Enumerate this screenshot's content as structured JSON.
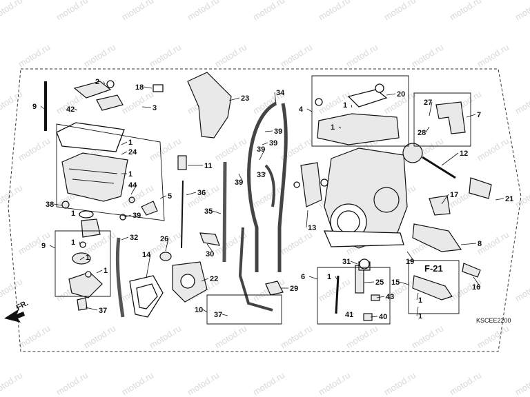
{
  "watermark": "motod.ru",
  "diagram_code": "KSCEE2200",
  "direction_label": "FR.",
  "reference_label": "F-21",
  "part_labels": [
    "1",
    "2",
    "3",
    "4",
    "5",
    "6",
    "7",
    "8",
    "9",
    "10",
    "11",
    "12",
    "13",
    "14",
    "15",
    "16",
    "17",
    "18",
    "19",
    "20",
    "21",
    "22",
    "23",
    "24",
    "25",
    "26",
    "27",
    "28",
    "29",
    "30",
    "31",
    "32",
    "33",
    "34",
    "35",
    "36",
    "37",
    "38",
    "39",
    "40",
    "41",
    "42",
    "43",
    "44"
  ]
}
